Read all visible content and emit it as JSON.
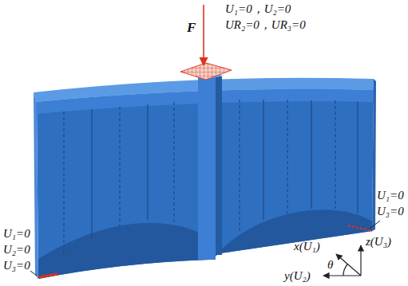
{
  "diagram": {
    "labels": [
      "F",
      "U₁=0，U₂=0",
      "UR₂=0，UR₃=0",
      "U₁=0",
      "U₃=0",
      "U₁=0",
      "U₂=0",
      "U₃=0",
      "x(U₁)",
      "z(U₃)",
      "y(U₂)",
      "θ"
    ]
  }
}
